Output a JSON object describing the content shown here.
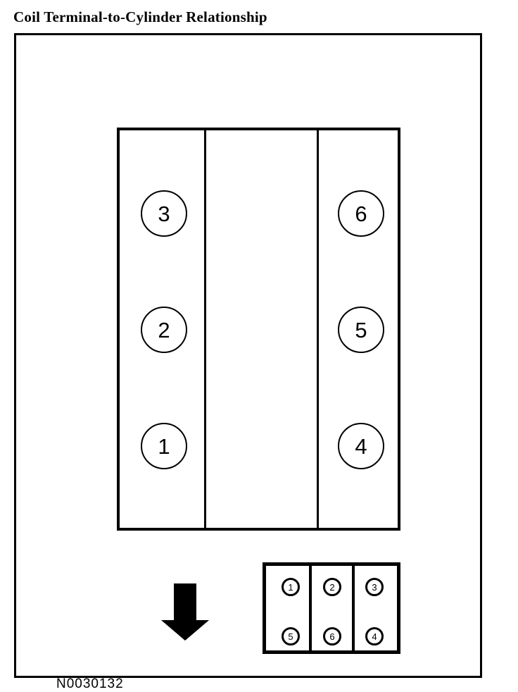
{
  "figure": {
    "title": "Coil Terminal-to-Cylinder Relationship",
    "id_label": "N0030132",
    "line_color": "#000000",
    "background_color": "#ffffff"
  },
  "engine_block": {
    "name": "engine-cylinder-block",
    "columns": 3,
    "left_bank": [
      {
        "cylinder": "3",
        "row": "top"
      },
      {
        "cylinder": "2",
        "row": "middle"
      },
      {
        "cylinder": "1",
        "row": "bottom"
      }
    ],
    "center_bank": [],
    "right_bank": [
      {
        "cylinder": "6",
        "row": "top"
      },
      {
        "cylinder": "5",
        "row": "middle"
      },
      {
        "cylinder": "4",
        "row": "bottom"
      }
    ]
  },
  "direction_arrow": {
    "name": "front-of-engine-arrow",
    "direction": "down",
    "fill": "#000000"
  },
  "coil_pack": {
    "name": "ignition-coil-pack",
    "columns": 3,
    "rows": 2,
    "terminals": [
      [
        "1",
        "2",
        "3"
      ],
      [
        "5",
        "6",
        "4"
      ]
    ]
  }
}
